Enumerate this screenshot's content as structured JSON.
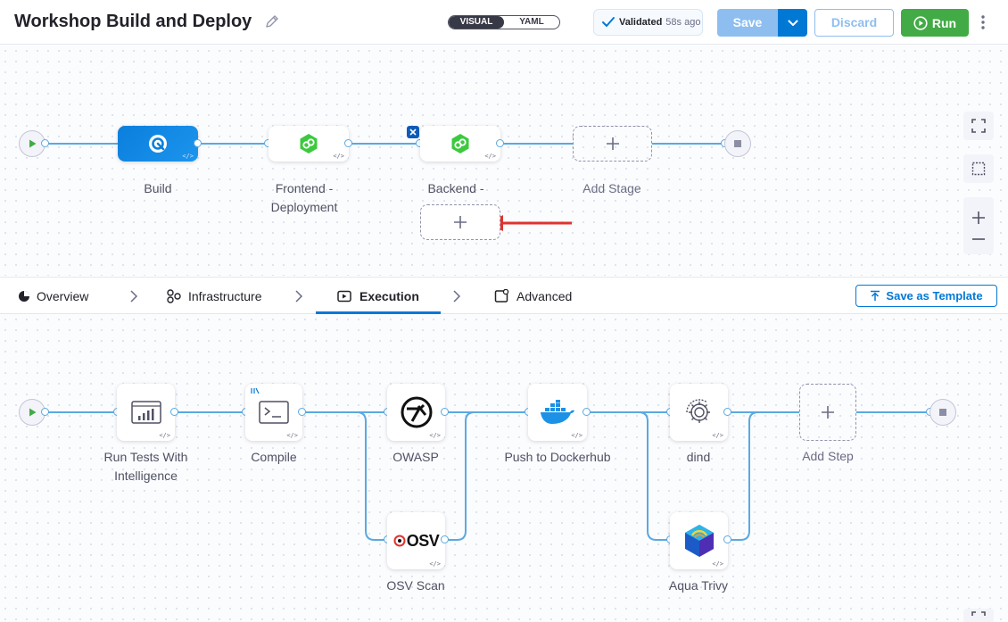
{
  "header": {
    "title": "Workshop Build and Deploy",
    "view_toggle": {
      "visual": "VISUAL",
      "yaml": "YAML"
    },
    "validation": {
      "status": "Validated",
      "time": "58s ago"
    },
    "save_label": "Save",
    "discard_label": "Discard",
    "run_label": "Run"
  },
  "stages": {
    "items": [
      {
        "name": "Build"
      },
      {
        "name": "Frontend - Deployment"
      },
      {
        "name": "Backend -"
      }
    ],
    "add_stage_label": "Add Stage"
  },
  "tabs": {
    "overview": "Overview",
    "infrastructure": "Infrastructure",
    "execution": "Execution",
    "advanced": "Advanced",
    "save_as_template": "Save as Template"
  },
  "steps": {
    "items": [
      {
        "name": "Run Tests With Intelligence"
      },
      {
        "name": "Compile"
      },
      {
        "name": "OWASP"
      },
      {
        "name": "OSV Scan",
        "logo_text": "OSV"
      },
      {
        "name": "Push to Dockerhub"
      },
      {
        "name": "dind"
      },
      {
        "name": "Aqua Trivy"
      }
    ],
    "add_step_label": "Add Step"
  },
  "colors": {
    "primary": "#0278d5",
    "run_green": "#42ab45",
    "connector": "#5aa9e0",
    "annotation_arrow": "#e2322d"
  }
}
